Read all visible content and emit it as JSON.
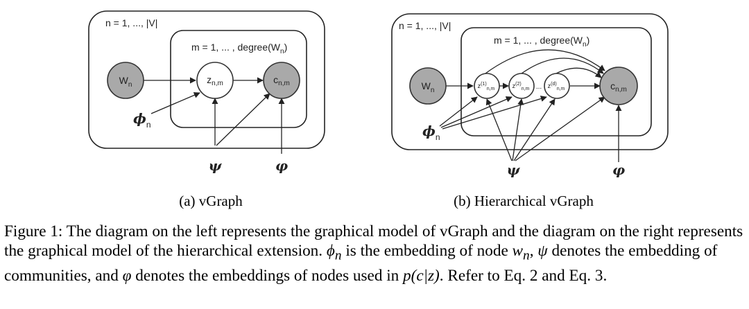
{
  "left": {
    "outer_label": "n = 1, ..., |V|",
    "inner_label_base": "m = 1, ... , degree(W",
    "inner_label_sub": "n",
    "inner_label_close": ")",
    "w_base": "W",
    "w_sub": "n",
    "z_base": "z",
    "z_sub": "n,m",
    "c_base": "c",
    "c_sub": "n,m",
    "phi_sym": "ϕ",
    "phi_sub": "n",
    "psi_sym": "ψ",
    "varphi_sym": "φ",
    "subcaption": "(a) vGraph"
  },
  "right": {
    "outer_label": "n = 1, ..., |V|",
    "inner_label_base": "m = 1, ... , degree(W",
    "inner_label_sub": "n",
    "inner_label_close": ")",
    "w_base": "W",
    "w_sub": "n",
    "z1_sup": "(1)",
    "z2_sup": "(2)",
    "zd_sup": "(d)",
    "z_base": "z",
    "z_sub": "n,m",
    "dots": "...",
    "c_base": "c",
    "c_sub": "n,m",
    "phi_sym": "ϕ",
    "phi_sub": "n",
    "psi_sym": "ψ",
    "varphi_sym": "φ",
    "subcaption": "(b) Hierarchical vGraph"
  },
  "caption": {
    "part1": "Figure 1: The diagram on the left represents the graphical model of vGraph and the diagram on the right represents the graphical model of the hierarchical extension. ",
    "phi_n": "ϕ",
    "phi_n_sub": "n",
    "part2": " is the embedding of node ",
    "w_n": "w",
    "w_n_sub": "n",
    "part3": ", ",
    "psi": "ψ",
    "part4": " denotes the embedding of communities, and ",
    "varphi": "φ",
    "part5": " denotes the embeddings of nodes used in ",
    "pcz": "p(c|z)",
    "part6": ". Refer to Eq. 2 and Eq. 3."
  }
}
